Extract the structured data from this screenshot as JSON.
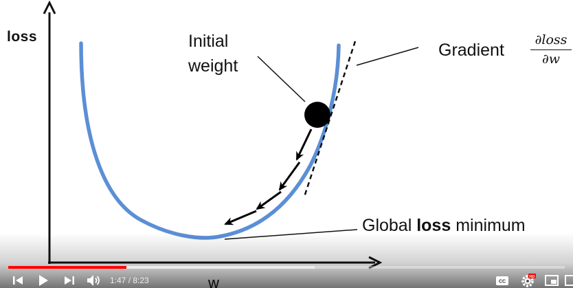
{
  "slide": {
    "y_axis_label": "loss",
    "x_axis_label": "w",
    "initial_weight_label": [
      "Initial",
      "weight"
    ],
    "gradient_label": "Gradient",
    "gradient_formula": {
      "numerator": "∂loss",
      "denominator": "∂w"
    },
    "minimum_label": {
      "before": "Global ",
      "bold": "loss",
      "after": " minimum"
    },
    "colors": {
      "curve": "#5b8fd6",
      "axes": "#111111",
      "ball": "#000000"
    }
  },
  "player": {
    "current_time": "1:47",
    "separator": " / ",
    "duration": "8:23",
    "progress": 0.2127,
    "hd_badge": "HD",
    "colors": {
      "played": "#ff0000",
      "controls": "#ffffff"
    },
    "icons": {
      "previous": "skip-previous-icon",
      "play": "play-icon",
      "next": "skip-next-icon",
      "volume": "volume-icon",
      "captions": "captions-icon",
      "settings": "settings-gear-icon",
      "miniplayer": "miniplayer-icon",
      "theater": "theater-mode-icon"
    }
  }
}
